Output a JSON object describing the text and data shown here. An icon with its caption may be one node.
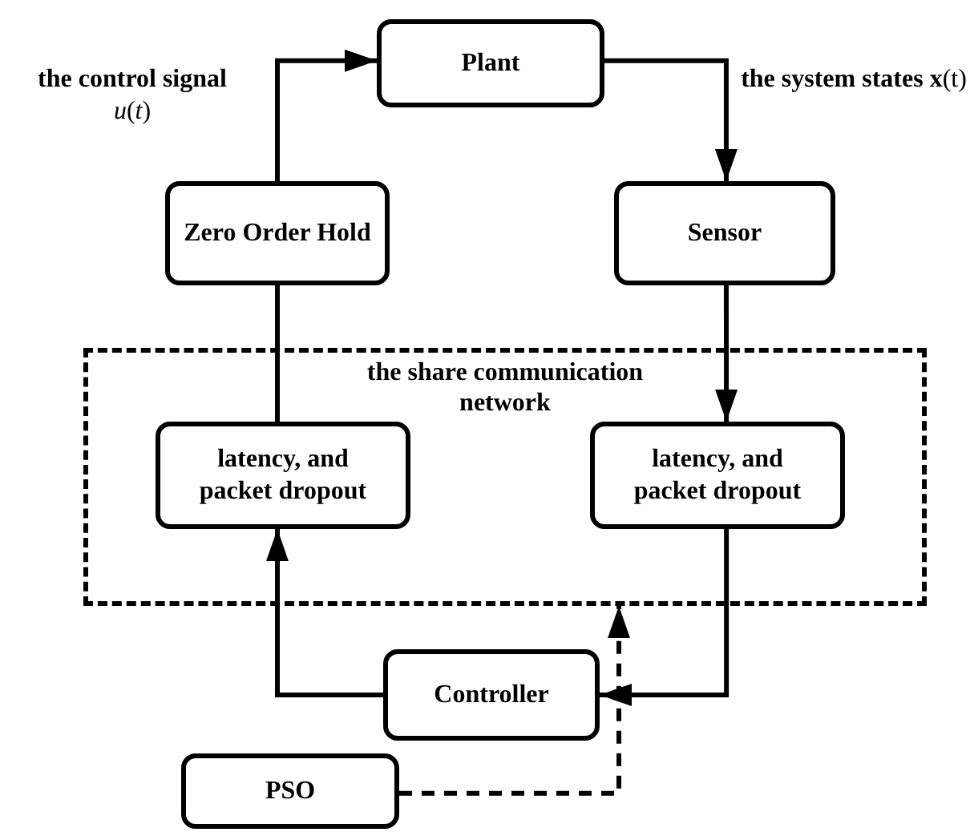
{
  "diagram": {
    "nodes": [
      {
        "text": [
          "Plant"
        ]
      },
      {
        "text": [
          "Zero Order Hold"
        ]
      },
      {
        "text": [
          "Sensor"
        ]
      },
      {
        "text": [
          "the share communication network"
        ]
      },
      {
        "text": [
          "latency, and packet dropout"
        ],
        "in": 3
      },
      {
        "text": [
          "latency, and packet dropout"
        ],
        "in": 3
      },
      {
        "text": [
          "Controller"
        ]
      },
      {
        "text": [
          "PSO"
        ]
      }
    ],
    "edges": [
      {
        "from": 1,
        "to": 0,
        "arrow": "to"
      },
      {
        "from": 0,
        "to": 2,
        "arrow": "to"
      },
      {
        "from": 2,
        "to": 5,
        "arrow": "to"
      },
      {
        "from": 4,
        "to": 1,
        "arrow": "none"
      },
      {
        "from": 5,
        "to": 6,
        "arrow": "to"
      },
      {
        "from": 6,
        "to": 4,
        "arrow": "to"
      },
      {
        "from": 7,
        "to": 3,
        "arrow": "to",
        "style": "dashed"
      }
    ],
    "labels": [
      "**the control signal** *u*(*t*)",
      "**the system states x**(t)"
    ]
  }
}
